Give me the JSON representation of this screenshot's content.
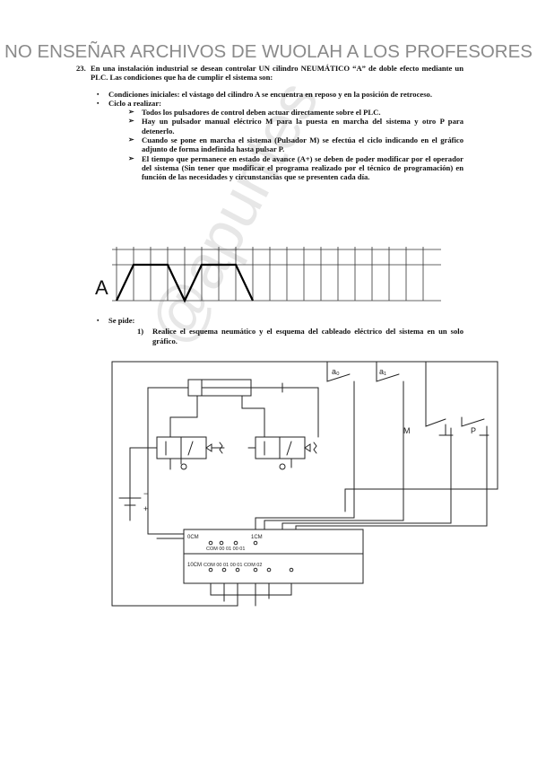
{
  "banner": "NO ENSEÑAR ARCHIVOS DE WUOLAH A LOS PROFESORES",
  "watermark": "@apuntes",
  "question": {
    "number": "23.",
    "text": "En una instalación industrial se desean controlar UN cilindro NEUMÁTICO “A” de doble efecto mediante un PLC. Las condiciones que ha de cumplir el sistema son:"
  },
  "conditions": "Condiciones iniciales: el vástago del cilindro A se encuentra en reposo y en la posición de retroceso.",
  "cycle_heading": "Ciclo a realizar:",
  "cycle_items": [
    "Todos los pulsadores de control deben actuar directamente sobre el PLC.",
    "Hay un pulsador manual eléctrico M para la puesta en marcha del sistema y otro P para detenerlo.",
    "Cuando se pone en marcha el sistema (Pulsador M) se efectúa el ciclo indicando en el gráfico adjunto de forma indefinida hasta pulsar P.",
    "El tiempo que permanece en estado de avance (A+) se deben de poder modificar por el operador del sistema (Sin tener que modificar el programa realizado por el técnico de programación) en función de las necesidades y circunstancias que se presenten cada día."
  ],
  "graph": {
    "label": "A"
  },
  "asked_heading": "Se pide:",
  "asked_items": [
    {
      "n": "1)",
      "text": "Realice el esquema neumático y el esquema del cableado eléctrico del sistema en un solo gráfico."
    }
  ],
  "sketch": {
    "labels": {
      "sensor_a0": "a₀",
      "sensor_a1": "a₁",
      "button_m": "M",
      "button_p": "P",
      "battery_minus": "−",
      "battery_plus": "+",
      "common_out": "0CM",
      "common_out2": "1CM",
      "row_out": "COM  00   01        00   01",
      "common_in": "10CM",
      "row_in": "COM  00   01   00   01   COM   02"
    }
  }
}
